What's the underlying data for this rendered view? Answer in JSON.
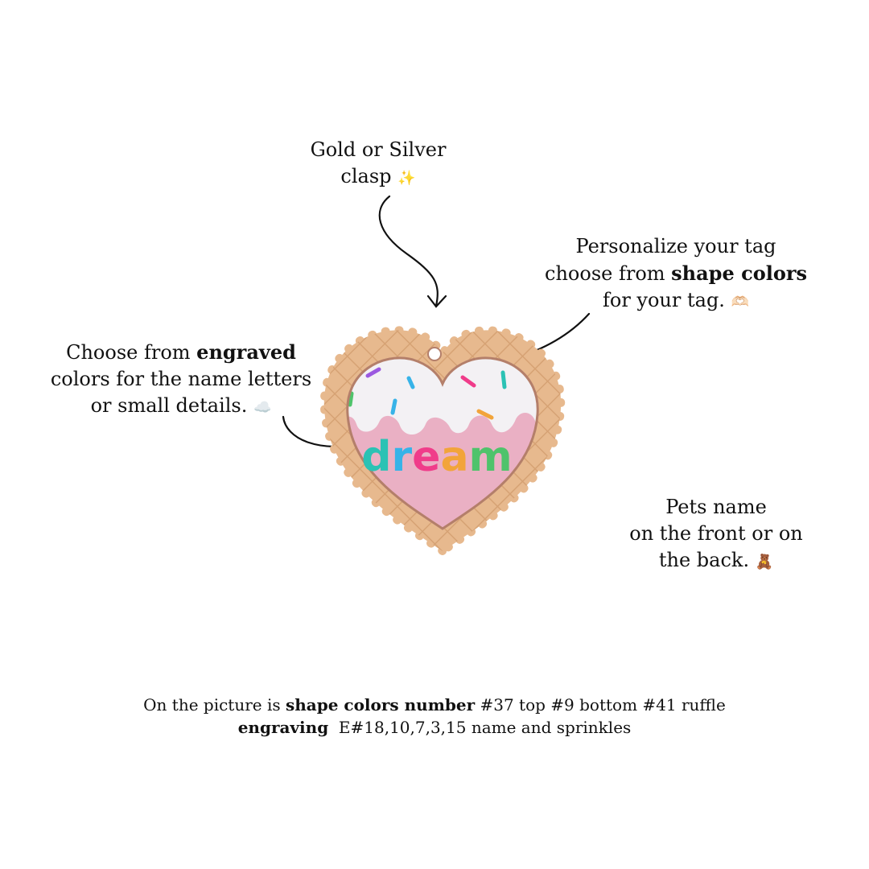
{
  "notes": {
    "clasp": {
      "line1": "Gold or Silver",
      "line2": "clasp",
      "emoji": "✨"
    },
    "shape": {
      "line1": "Personalize your tag",
      "line2_prefix": "choose from ",
      "line2_bold": "shape colors",
      "line3": "for your tag.",
      "emoji": "🫶🏻"
    },
    "engraved": {
      "line1_prefix": "Choose from ",
      "line1_bold": "engraved",
      "line2": "colors for the name letters",
      "line3": "or small details.",
      "emoji": "☁️"
    },
    "pets": {
      "line1": "Pets name",
      "line2": "on the front or on",
      "line3": "the back.",
      "emoji": "🧸"
    }
  },
  "tag": {
    "name": "dream",
    "letter_colors": [
      "#2bc2b4",
      "#37b3e8",
      "#f03c8a",
      "#f2a43a",
      "#4fc36b"
    ],
    "colors": {
      "ruffle": "#e7b98e",
      "top": "#f3f1f4",
      "bottom": "#eab0c4",
      "outline": "#b47f6a"
    }
  },
  "footer": {
    "line1_prefix": "On the picture is ",
    "line1_bold": "shape colors number",
    "line1_suffix": " #37 top #9 bottom #41 ruffle",
    "line2_bold": "engraving",
    "line2_suffix": "  E#18,10,7,3,15 name and sprinkles"
  }
}
